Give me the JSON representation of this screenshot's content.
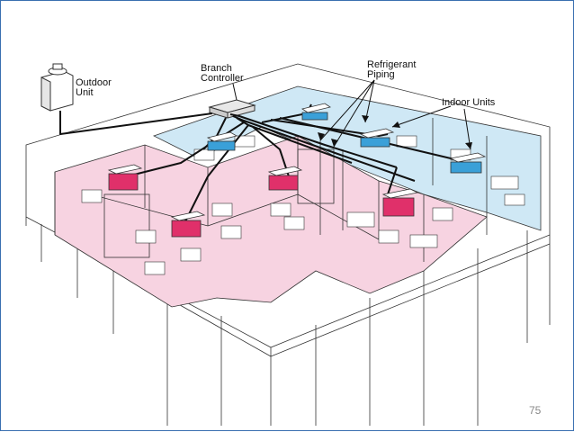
{
  "labels": {
    "outdoor_unit": "Outdoor\nUnit",
    "branch_controller": "Branch\nController",
    "refrigerant_piping": "Refrigerant\nPiping",
    "indoor_units": "Indoor Units"
  },
  "slide": {
    "page_number": "75"
  },
  "colors": {
    "frame_border": "#3a6fb0",
    "heating_zone": "#f7d3e1",
    "cooling_zone": "#cfe8f5",
    "piping": "#111111",
    "heating_unit": "#e0306a",
    "cooling_unit": "#3aa0d8"
  }
}
